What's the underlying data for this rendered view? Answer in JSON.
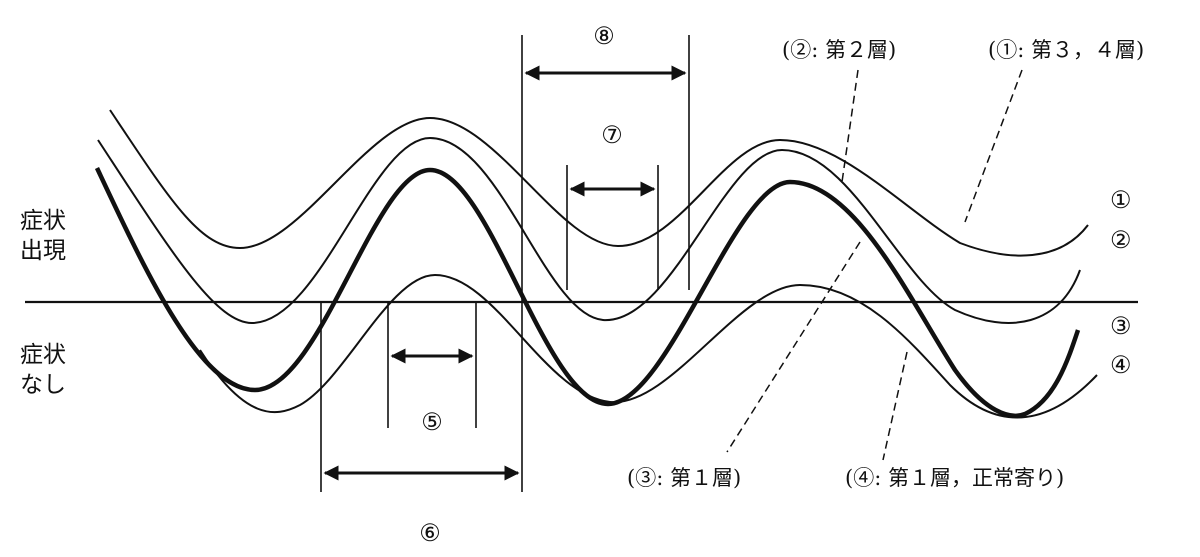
{
  "side_labels": {
    "upper_line1": "症状",
    "upper_line2": "出現",
    "lower_line1": "症状",
    "lower_line2": "なし"
  },
  "curve_labels": [
    "①",
    "②",
    "③",
    "④"
  ],
  "interval_labels": {
    "i5": "⑤",
    "i6": "⑥",
    "i7": "⑦",
    "i8": "⑧"
  },
  "annotations": {
    "a1": "(①: 第３，４層)",
    "a2": "(②: 第２層)",
    "a3": "(③: 第１層)",
    "a4": "(④: 第１層，正常寄り)"
  }
}
